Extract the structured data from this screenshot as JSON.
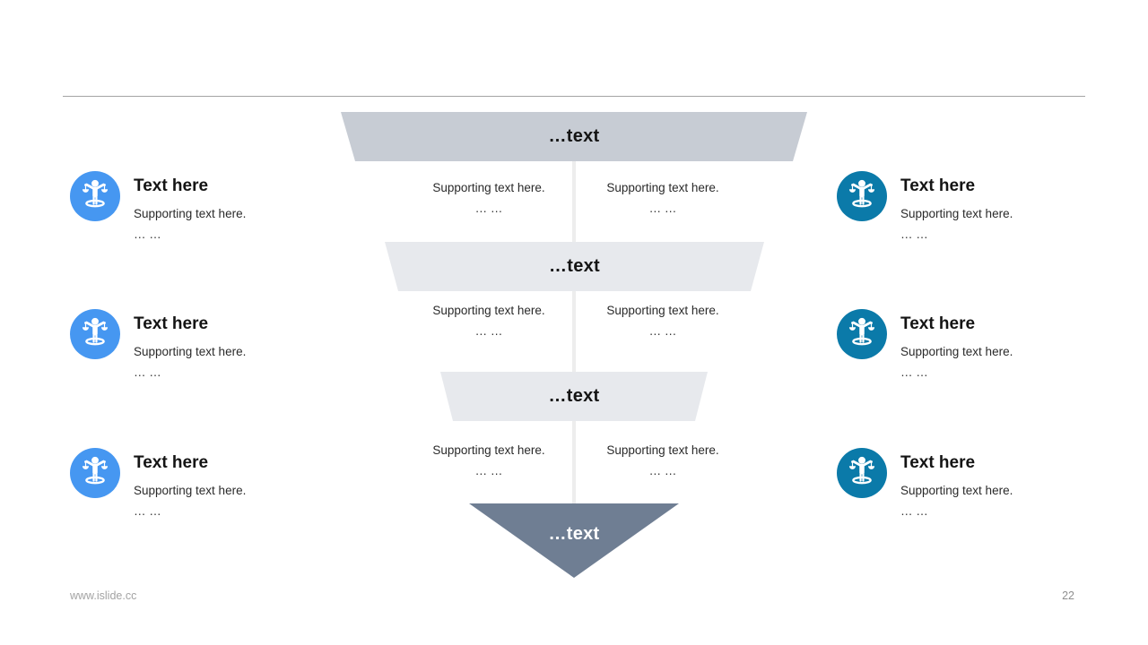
{
  "page": {
    "footer_url": "www.islide.cc",
    "page_number": "22"
  },
  "funnel": {
    "levels": [
      {
        "label": "…text"
      },
      {
        "label": "…text"
      },
      {
        "label": "…text"
      },
      {
        "label": "…text"
      }
    ],
    "rows": [
      {
        "cells": [
          {
            "line1": "Supporting text here.",
            "line2": "… …"
          },
          {
            "line1": "Supporting text here.",
            "line2": "… …"
          }
        ]
      },
      {
        "cells": [
          {
            "line1": "Supporting text here.",
            "line2": "… …"
          },
          {
            "line1": "Supporting text here.",
            "line2": "… …"
          }
        ]
      },
      {
        "cells": [
          {
            "line1": "Supporting text here.",
            "line2": "… …"
          },
          {
            "line1": "Supporting text here.",
            "line2": "… …"
          }
        ]
      }
    ]
  },
  "items": {
    "left": [
      {
        "title": "Text here",
        "line1": "Supporting text here.",
        "line2": "… …"
      },
      {
        "title": "Text here",
        "line1": "Supporting text here.",
        "line2": "… …"
      },
      {
        "title": "Text here",
        "line1": "Supporting text here.",
        "line2": "… …"
      }
    ],
    "right": [
      {
        "title": "Text here",
        "line1": "Supporting text here.",
        "line2": "… …"
      },
      {
        "title": "Text here",
        "line1": "Supporting text here.",
        "line2": "… …"
      },
      {
        "title": "Text here",
        "line1": "Supporting text here.",
        "line2": "… …"
      }
    ]
  },
  "icons": {
    "side_icon": "person-with-scales-icon"
  },
  "colors": {
    "left_icon_bg": "#4697f1",
    "right_icon_bg": "#0b7aa9",
    "funnel_level1": "#c7ccd4",
    "funnel_level2": "#e7e9ed",
    "funnel_level3": "#e7e9ed",
    "funnel_level4": "#6f7e93",
    "divider": "#a4a4a4",
    "footer_text": "#a3a3a3"
  }
}
